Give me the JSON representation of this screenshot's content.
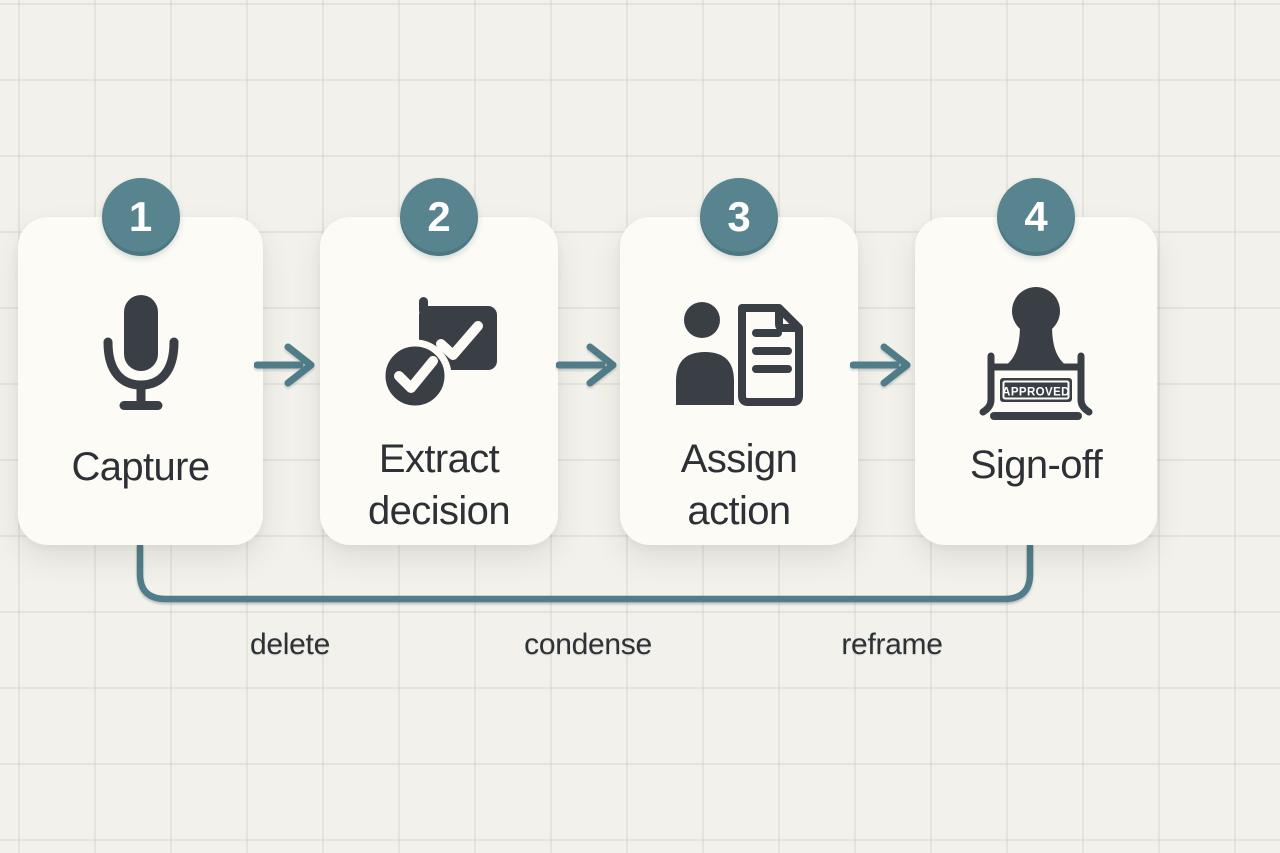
{
  "diagram": {
    "type": "process-flow",
    "direction": "left-to-right"
  },
  "colors": {
    "background": "#f2f1eb",
    "grid_line": "#e2e1da",
    "card_background": "#fcfbf6",
    "badge_fill": "#588490",
    "badge_number": "#ffffff",
    "connector_teal": "#507d89",
    "icon_dark": "#3a3f46",
    "label_text": "#2d3136"
  },
  "steps": [
    {
      "number": "1",
      "label": "Capture",
      "icon": "microphone-icon"
    },
    {
      "number": "2",
      "label": "Extract\ndecision",
      "icon": "decision-checks-icon"
    },
    {
      "number": "3",
      "label": "Assign\naction",
      "icon": "person-document-icon"
    },
    {
      "number": "4",
      "label": "Sign-off",
      "icon": "approval-stamp-icon",
      "stamp_text": "APPROVED"
    }
  ],
  "feedback_loop": {
    "from_step": "4",
    "to_step": "1",
    "labels": [
      "delete",
      "condense",
      "reframe"
    ]
  }
}
